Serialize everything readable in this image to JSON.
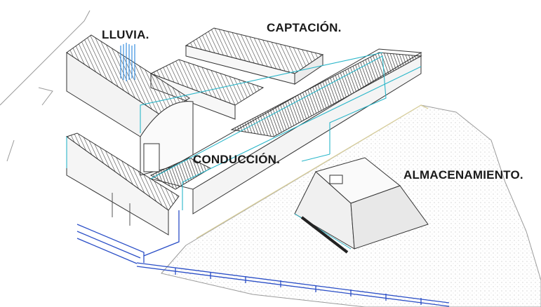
{
  "labels": {
    "lluvia": "LLUVIA.",
    "captacion": "CAPTACIÓN.",
    "conduccion": "CONDUCCIÓN.",
    "almacenamiento": "ALMACENAMIENTO."
  },
  "colors": {
    "line": "#333333",
    "pipe": "#29b6c9",
    "rain": "#3a8fe0",
    "fence": "#2b4fc7",
    "ground": "#e9e9e9",
    "outline_tan": "#d9cf9c"
  }
}
